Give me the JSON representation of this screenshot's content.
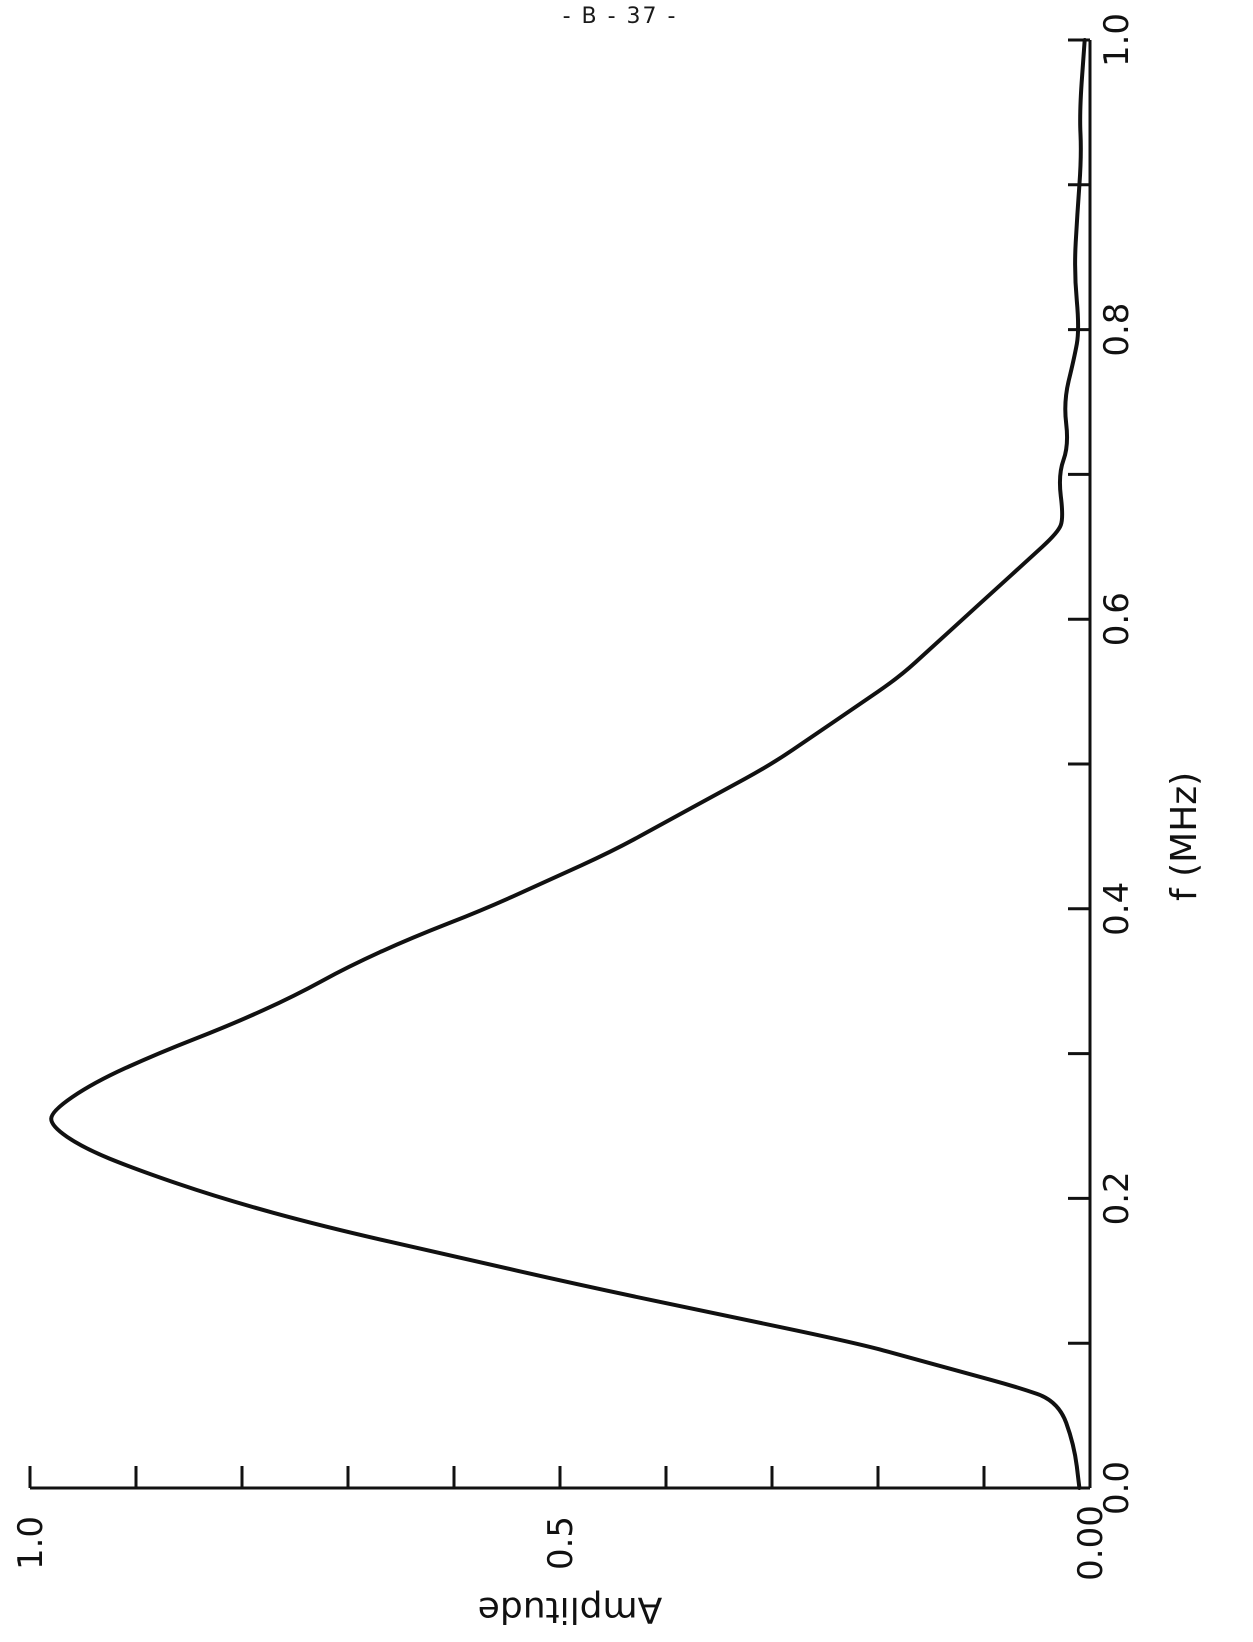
{
  "page": {
    "page_number": "- B - 37 -"
  },
  "chart_data": {
    "type": "line",
    "title": "",
    "xlabel": "f (MHz)",
    "ylabel": "Amplitude",
    "xlim": [
      0.0,
      1.0
    ],
    "ylim": [
      0.0,
      1.0
    ],
    "x_ticks": [
      0.0,
      0.2,
      0.4,
      0.6,
      0.8,
      1.0
    ],
    "x_tick_labels": [
      "0.0",
      "0.2",
      "0.4",
      "0.6",
      "0.8",
      "1.0"
    ],
    "y_ticks": [
      0.0,
      0.5,
      1.0
    ],
    "y_tick_labels": [
      "0.00",
      "0.5",
      "1.0"
    ],
    "y_minor_step": 0.1,
    "x_minor_step": 0.1,
    "grid": false,
    "orientation": "rotated-90-ccw",
    "series": [
      {
        "x": [
          0.0,
          0.03,
          0.06,
          0.07,
          0.08,
          0.09,
          0.1,
          0.12,
          0.14,
          0.16,
          0.18,
          0.2,
          0.22,
          0.235,
          0.25,
          0.26,
          0.28,
          0.3,
          0.32,
          0.34,
          0.36,
          0.38,
          0.4,
          0.42,
          0.44,
          0.46,
          0.48,
          0.5,
          0.52,
          0.54,
          0.56,
          0.58,
          0.6,
          0.62,
          0.64,
          0.66,
          0.67,
          0.7,
          0.72,
          0.75,
          0.78,
          0.8,
          0.84,
          0.88,
          0.92,
          0.95,
          1.0
        ],
        "y": [
          0.01,
          0.015,
          0.03,
          0.07,
          0.12,
          0.17,
          0.22,
          0.35,
          0.48,
          0.6,
          0.72,
          0.82,
          0.9,
          0.95,
          0.98,
          0.98,
          0.94,
          0.88,
          0.81,
          0.75,
          0.7,
          0.64,
          0.57,
          0.51,
          0.45,
          0.4,
          0.35,
          0.3,
          0.26,
          0.22,
          0.18,
          0.15,
          0.12,
          0.09,
          0.06,
          0.03,
          0.025,
          0.03,
          0.02,
          0.025,
          0.015,
          0.01,
          0.015,
          0.012,
          0.008,
          0.01,
          0.005
        ]
      }
    ]
  },
  "colors": {
    "ink": "#111111",
    "background": "#ffffff"
  }
}
